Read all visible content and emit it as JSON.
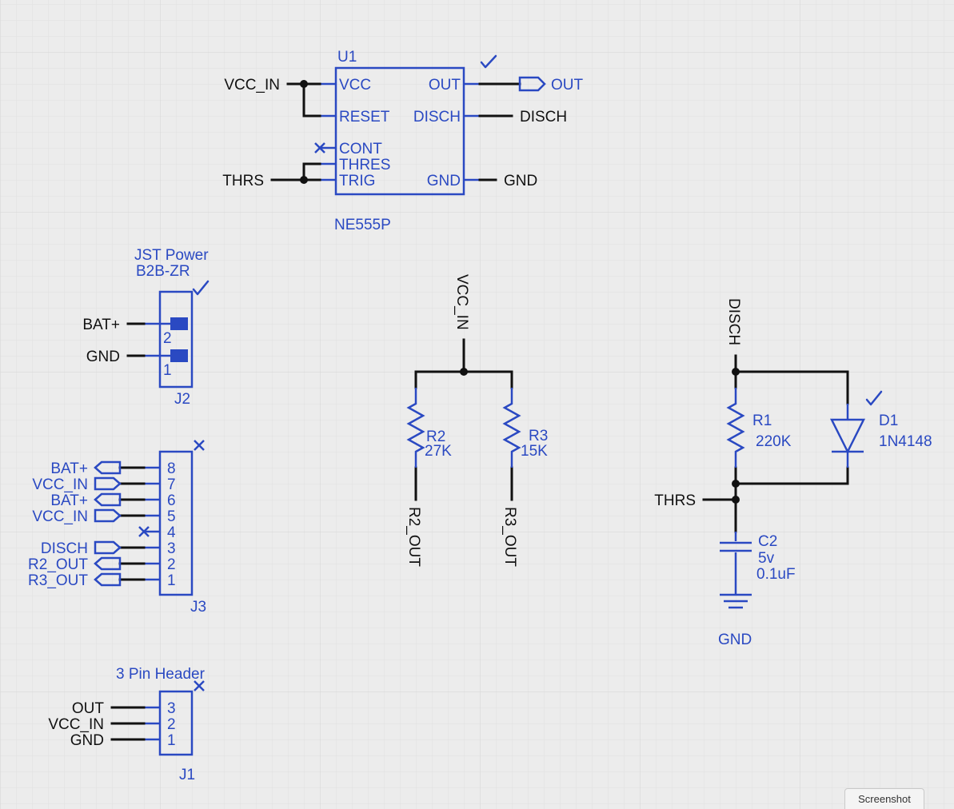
{
  "u1": {
    "ref": "U1",
    "part": "NE555P",
    "pins_left": [
      "VCC",
      "RESET",
      "CONT",
      "THRES",
      "TRIG"
    ],
    "pins_right": [
      "OUT",
      "DISCH",
      "GND"
    ],
    "net_vcc": "VCC_IN",
    "net_thrs": "THRS",
    "net_out": "OUT",
    "net_disch": "DISCH",
    "net_gnd": "GND"
  },
  "j2": {
    "ref": "J2",
    "title_line1": "JST Power",
    "title_line2": "B2B-ZR",
    "pins": [
      "2",
      "1"
    ],
    "nets": [
      "BAT+",
      "GND"
    ]
  },
  "j3": {
    "ref": "J3",
    "pins": [
      "8",
      "7",
      "6",
      "5",
      "4",
      "3",
      "2",
      "1"
    ],
    "nets": [
      "BAT+",
      "VCC_IN",
      "BAT+",
      "VCC_IN",
      "DISCH",
      "R2_OUT",
      "R3_OUT"
    ]
  },
  "j1": {
    "ref": "J1",
    "title": "3 Pin Header",
    "pins": [
      "3",
      "2",
      "1"
    ],
    "nets": [
      "OUT",
      "VCC_IN",
      "GND"
    ]
  },
  "divider": {
    "net_top": "VCC_IN",
    "r2_ref": "R2",
    "r2_val": "27K",
    "r2_net": "R2_OUT",
    "r3_ref": "R3",
    "r3_val": "15K",
    "r3_net": "R3_OUT"
  },
  "timing": {
    "net_top": "DISCH",
    "r1_ref": "R1",
    "r1_val": "220K",
    "d1_ref": "D1",
    "d1_part": "1N4148",
    "net_thrs": "THRS",
    "c2_ref": "C2",
    "c2_voltage": "5v",
    "c2_val": "0.1uF",
    "gnd_label": "GND"
  },
  "ui": {
    "screenshot_button": "Screenshot"
  },
  "colors": {
    "symbol": "#2a49c2",
    "wire": "#111111",
    "background": "#ececec"
  }
}
